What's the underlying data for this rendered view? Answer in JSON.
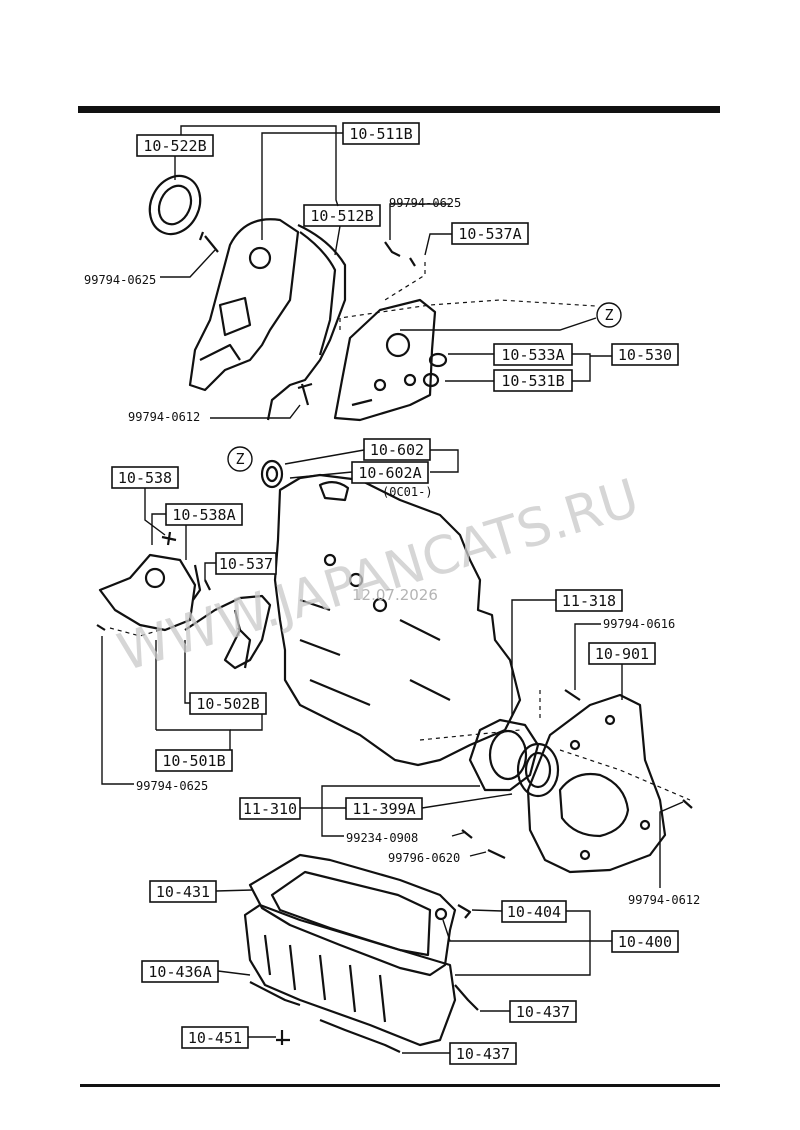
{
  "watermark": "WWW.JAPANCATS.RU",
  "date_stamp": "12.07.2026",
  "zone_marker": "Z",
  "callouts": {
    "c10_511B": "10-511B",
    "c10_522B": "10-522B",
    "c10_512B": "10-512B",
    "c10_537A": "10-537A",
    "c10_533A": "10-533A",
    "c10_530": "10-530",
    "c10_531B": "10-531B",
    "c10_602": "10-602",
    "c10_602A": "10-602A",
    "c10_538": "10-538",
    "c10_538A": "10-538A",
    "c10_537": "10-537",
    "c10_502B": "10-502B",
    "c10_501B": "10-501B",
    "c11_318": "11-318",
    "c10_901": "10-901",
    "c11_310": "11-310",
    "c11_399A": "11-399A",
    "c10_431": "10-431",
    "c10_404": "10-404",
    "c10_400": "10-400",
    "c10_436A": "10-436A",
    "c10_437a": "10-437",
    "c10_451": "10-451",
    "c10_437b": "10-437"
  },
  "part_numbers": {
    "p1": "99794-0625",
    "p2": "99794-0625",
    "p3": "99794-0612",
    "p4": "99794-0625",
    "p5": "99794-0616",
    "p6": "99234-0908",
    "p7": "99796-0620",
    "p8": "99794-0612"
  },
  "note_0c01": "(0C01-)"
}
